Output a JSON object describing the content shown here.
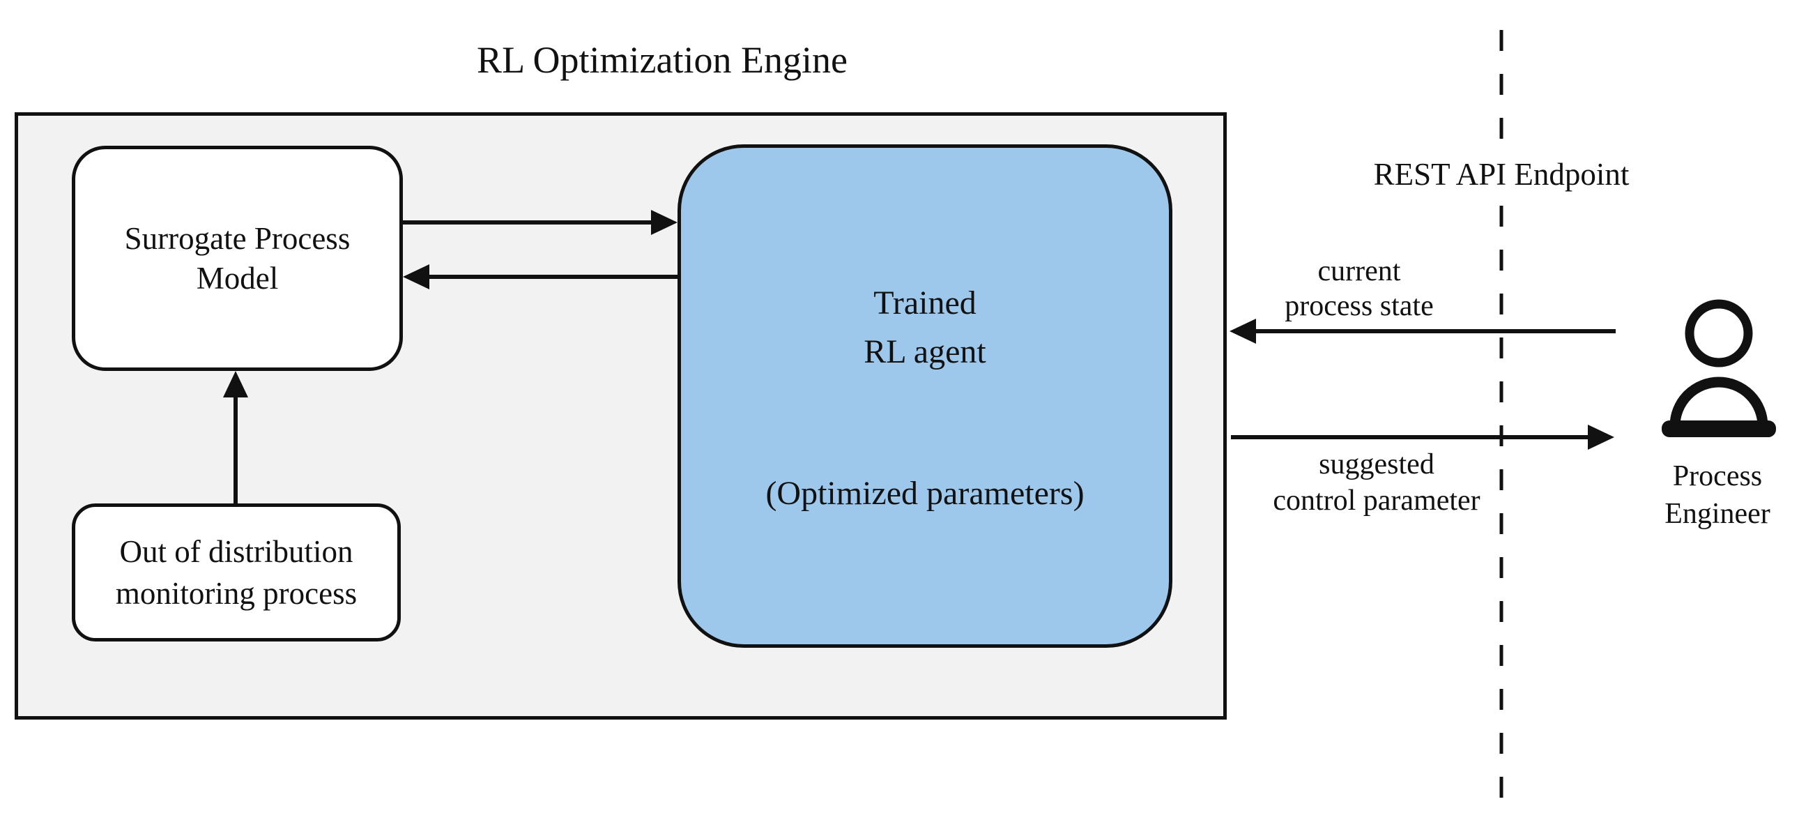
{
  "colors": {
    "canvas_bg": "#ffffff",
    "engine_bg": "#f2f2f2",
    "agent_blue": "#9dc8ec",
    "line_black": "#111111"
  },
  "title": "RL Optimization Engine",
  "engine": {
    "surrogate_box": {
      "line1": "Surrogate Process",
      "line2": "Model"
    },
    "ood_box": {
      "line1": "Out of distribution",
      "line2": "monitoring process"
    },
    "agent_box": {
      "line1": "Trained",
      "line2": "RL agent",
      "line3": "(Optimized parameters)"
    }
  },
  "interface": {
    "endpoint_label": "REST API Endpoint",
    "incoming_flow": {
      "line1": "current",
      "line2": "process state"
    },
    "outgoing_flow": {
      "line1": "suggested",
      "line2": "control parameter"
    }
  },
  "actor": {
    "line1": "Process",
    "line2": "Engineer"
  }
}
